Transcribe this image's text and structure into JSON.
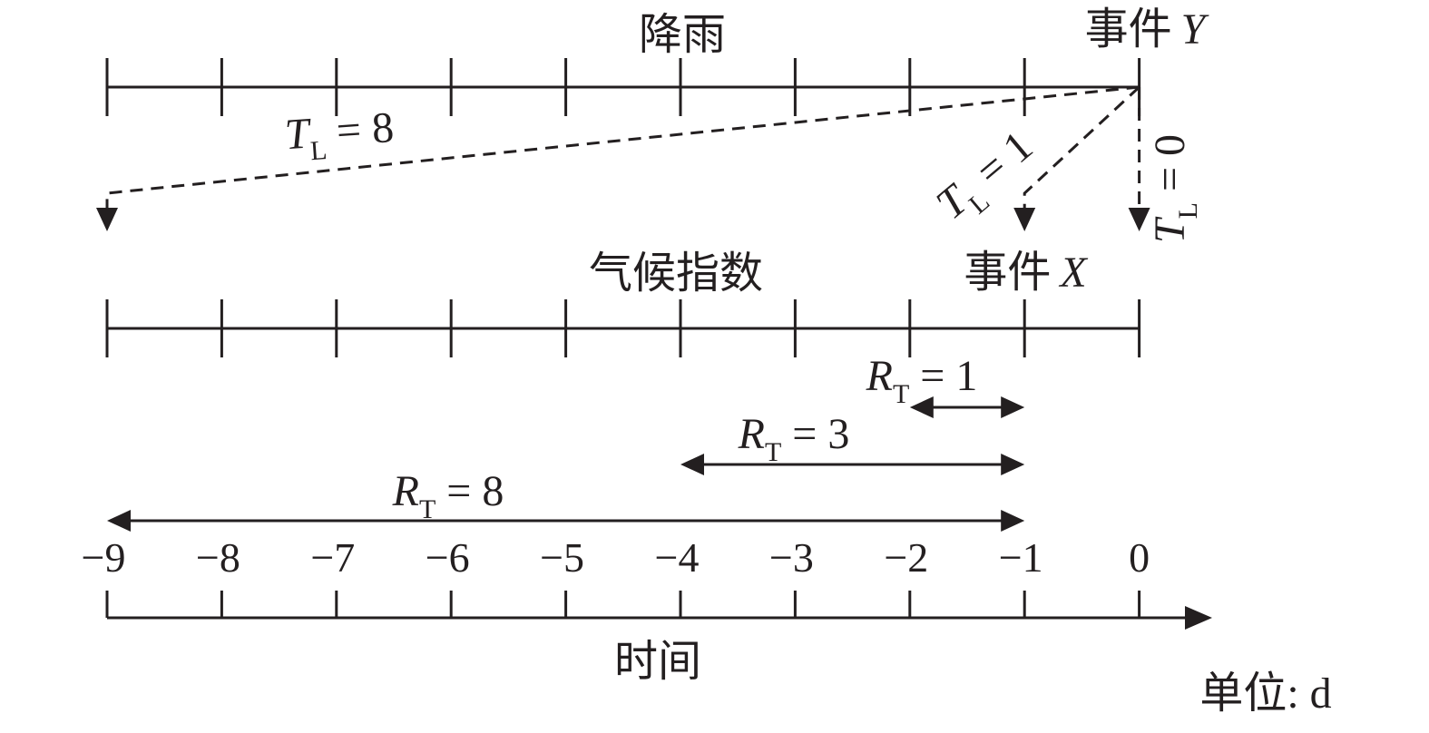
{
  "rain_row": {
    "label": "降雨",
    "event_prefix": "事件",
    "event_var": "Y",
    "ticks": [
      -9,
      -8,
      -7,
      -6,
      -5,
      -4,
      -3,
      -2,
      -1,
      0
    ]
  },
  "climate_row": {
    "label": "气候指数",
    "event_prefix": "事件",
    "event_var": "X",
    "ticks": [
      -9,
      -8,
      -7,
      -6,
      -5,
      -4,
      -3,
      -2,
      -1,
      0
    ]
  },
  "lags": [
    {
      "sym": "T",
      "sub": "L",
      "eq": " = 8",
      "from": 0,
      "to": -9
    },
    {
      "sym": "T",
      "sub": "L",
      "eq": " = 1",
      "from": 0,
      "to": -1
    },
    {
      "sym": "T",
      "sub": "L",
      "eq": " = 0",
      "from": 0,
      "to": 0
    }
  ],
  "ranges": [
    {
      "sym": "R",
      "sub": "T",
      "eq": " = 1",
      "from": -2,
      "to": -1
    },
    {
      "sym": "R",
      "sub": "T",
      "eq": " = 3",
      "from": -4,
      "to": -1
    },
    {
      "sym": "R",
      "sub": "T",
      "eq": " = 8",
      "from": -9,
      "to": -1
    }
  ],
  "time_axis": {
    "tick_labels": [
      "−9",
      "−8",
      "−7",
      "−6",
      "−5",
      "−4",
      "−3",
      "−2",
      "−1",
      "0"
    ],
    "ticks": [
      -9,
      -8,
      -7,
      -6,
      -5,
      -4,
      -3,
      -2,
      -1,
      0
    ],
    "label": "时间",
    "unit": "单位: d"
  }
}
